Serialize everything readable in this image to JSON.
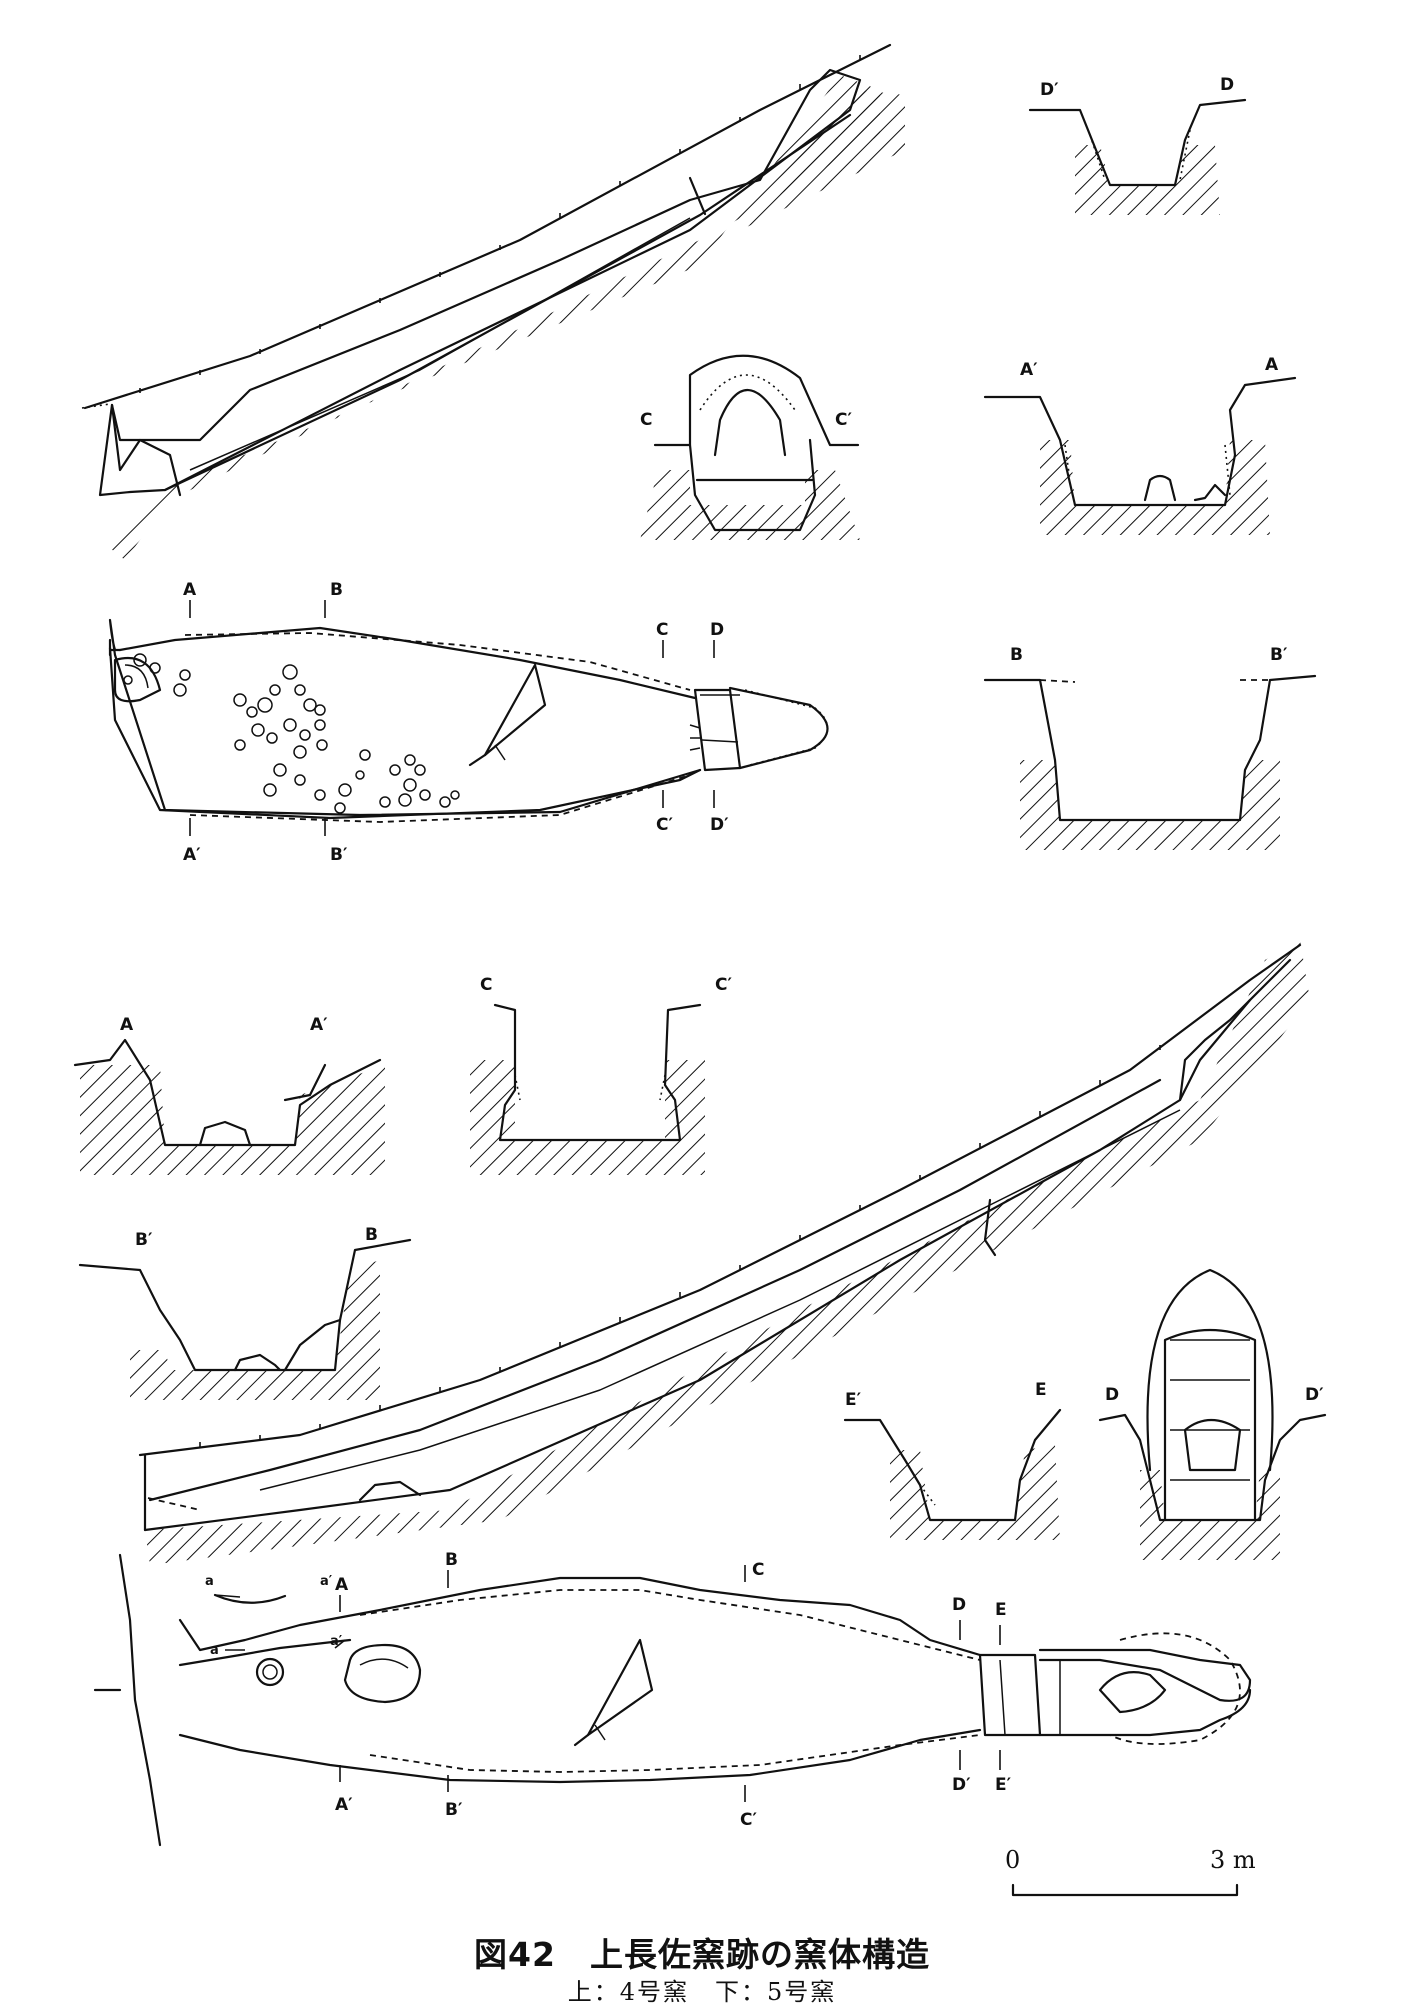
{
  "caption": {
    "title": "図42　上長佐窯跡の窯体構造",
    "subtitle": "上：4号窯　下：5号窯"
  },
  "scale_bar": {
    "start_label": "0",
    "end_label": "3 m"
  },
  "kiln4": {
    "plan_labels": {
      "A": "A",
      "A_prime": "A′",
      "B": "B",
      "B_prime": "B′",
      "C": "C",
      "C_prime": "C′",
      "D": "D",
      "D_prime": "D′"
    },
    "section_C": {
      "left": "C",
      "right": "C′"
    },
    "section_D": {
      "left": "D′",
      "right": "D"
    },
    "section_A": {
      "left": "A′",
      "right": "A"
    },
    "section_B": {
      "left": "B",
      "right": "B′"
    }
  },
  "kiln5": {
    "section_A": {
      "left": "A",
      "right": "A′"
    },
    "section_C": {
      "left": "C",
      "right": "C′"
    },
    "section_B": {
      "left": "B′",
      "right": "B"
    },
    "section_E": {
      "left": "E′",
      "right": "E"
    },
    "section_D": {
      "left": "D",
      "right": "D′"
    },
    "plan_labels": {
      "a": "a",
      "a_prime": "a′",
      "a2": "a",
      "a2_prime": "a′",
      "A": "A",
      "A_prime": "A′",
      "B": "B",
      "B_prime": "B′",
      "C": "C",
      "C_prime": "C′",
      "D": "D",
      "D_prime": "D′",
      "E": "E",
      "E_prime": "E′"
    }
  }
}
